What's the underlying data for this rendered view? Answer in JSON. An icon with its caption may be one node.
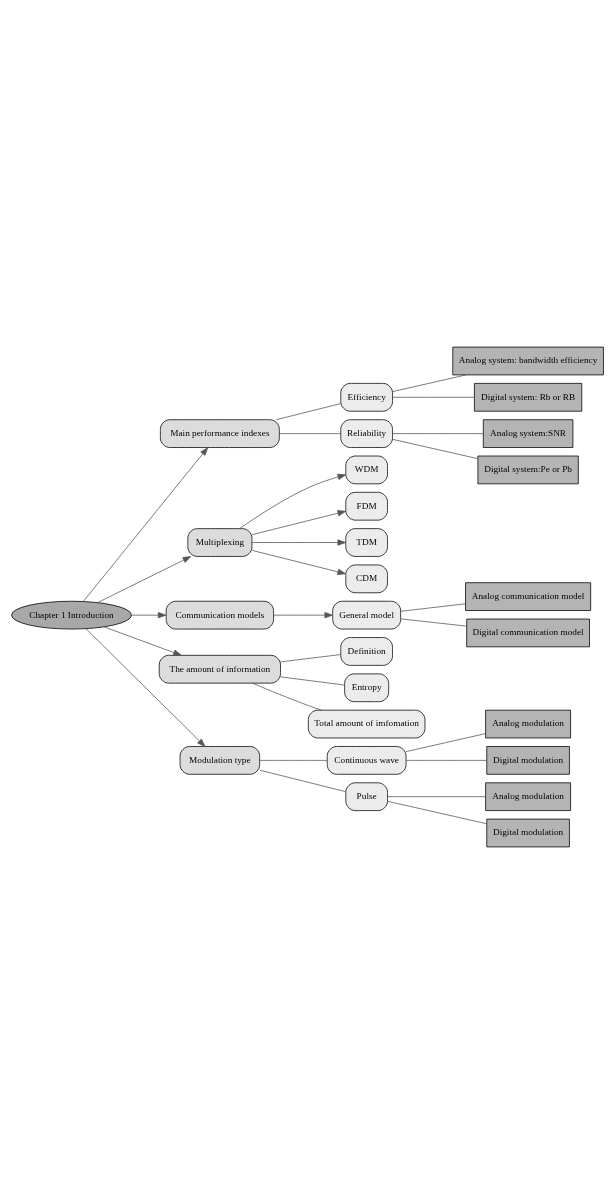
{
  "diagram": {
    "nodes": [
      {
        "text": [
          "Chapter 1 Introduction"
        ]
      },
      {
        "text": [
          "Main performance indexes"
        ]
      },
      {
        "text": [
          "Efficiency"
        ]
      },
      {
        "text": [
          "Analog system: bandwidth efficiency"
        ]
      },
      {
        "text": [
          "Digital system: Rb or RB"
        ]
      },
      {
        "text": [
          "Reliability"
        ]
      },
      {
        "text": [
          "Analog system:SNR"
        ]
      },
      {
        "text": [
          "Digital system:Pe or Pb"
        ]
      },
      {
        "text": [
          "Multiplexing"
        ]
      },
      {
        "text": [
          "WDM"
        ]
      },
      {
        "text": [
          "FDM"
        ]
      },
      {
        "text": [
          "TDM"
        ]
      },
      {
        "text": [
          "CDM"
        ]
      },
      {
        "text": [
          "Communication models"
        ]
      },
      {
        "text": [
          "General model"
        ]
      },
      {
        "text": [
          "Analog communication model"
        ]
      },
      {
        "text": [
          "Digital communication model"
        ]
      },
      {
        "text": [
          "The amount of information"
        ]
      },
      {
        "text": [
          "Definition"
        ]
      },
      {
        "text": [
          "Entropy"
        ]
      },
      {
        "text": [
          "Total amount of imfomation"
        ]
      },
      {
        "text": [
          "Modulation type"
        ]
      },
      {
        "text": [
          "Continuous wave"
        ]
      },
      {
        "text": [
          "Analog modulation"
        ]
      },
      {
        "text": [
          "Digital modulation"
        ]
      },
      {
        "text": [
          "Pulse"
        ]
      },
      {
        "text": [
          "Analog modulation"
        ]
      },
      {
        "text": [
          "Digital modulation"
        ]
      }
    ],
    "edges": [
      {
        "from": 0,
        "to": 1,
        "arrow": "to"
      },
      {
        "from": 1,
        "to": 2,
        "arrow": "none"
      },
      {
        "from": 2,
        "to": 3,
        "arrow": "none"
      },
      {
        "from": 2,
        "to": 4,
        "arrow": "none"
      },
      {
        "from": 1,
        "to": 5,
        "arrow": "none"
      },
      {
        "from": 5,
        "to": 6,
        "arrow": "none"
      },
      {
        "from": 5,
        "to": 7,
        "arrow": "none"
      },
      {
        "from": 0,
        "to": 8,
        "arrow": "to"
      },
      {
        "from": 8,
        "to": 9,
        "arrow": "to"
      },
      {
        "from": 8,
        "to": 10,
        "arrow": "to"
      },
      {
        "from": 8,
        "to": 11,
        "arrow": "to"
      },
      {
        "from": 8,
        "to": 12,
        "arrow": "to"
      },
      {
        "from": 0,
        "to": 13,
        "arrow": "to"
      },
      {
        "from": 13,
        "to": 14,
        "arrow": "to"
      },
      {
        "from": 14,
        "to": 15,
        "arrow": "none"
      },
      {
        "from": 14,
        "to": 16,
        "arrow": "none"
      },
      {
        "from": 0,
        "to": 17,
        "arrow": "to"
      },
      {
        "from": 17,
        "to": 18,
        "arrow": "none"
      },
      {
        "from": 17,
        "to": 19,
        "arrow": "none"
      },
      {
        "from": 17,
        "to": 20,
        "arrow": "none"
      },
      {
        "from": 0,
        "to": 21,
        "arrow": "to"
      },
      {
        "from": 21,
        "to": 22,
        "arrow": "none"
      },
      {
        "from": 22,
        "to": 23,
        "arrow": "none"
      },
      {
        "from": 22,
        "to": 24,
        "arrow": "none"
      },
      {
        "from": 21,
        "to": 25,
        "arrow": "none"
      },
      {
        "from": 25,
        "to": 26,
        "arrow": "none"
      },
      {
        "from": 25,
        "to": 27,
        "arrow": "none"
      }
    ]
  }
}
